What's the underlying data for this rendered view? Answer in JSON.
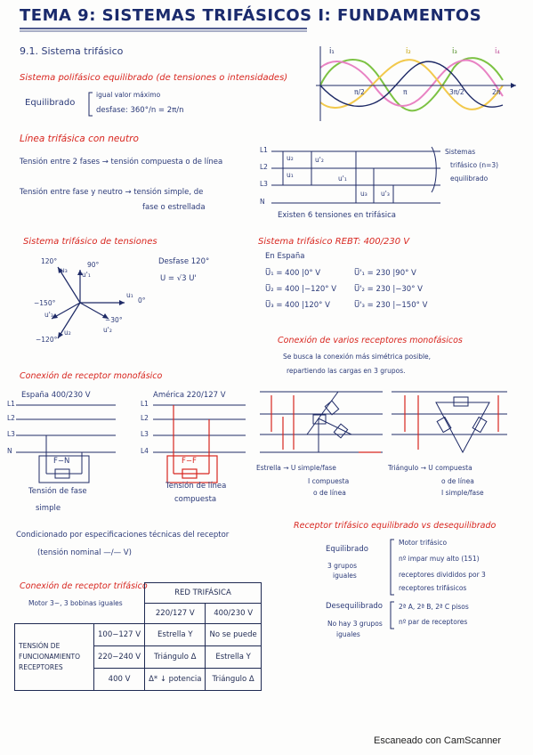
{
  "title": "TEMA 9: SISTEMAS TRIFÁSICOS I: FUNDAMENTOS",
  "section_1": "9.1. Sistema trifásico",
  "polyphase_heading": "Sistema polifásico equilibrado (de tensiones o intensidades)",
  "balanced": {
    "label": "Equilibrado",
    "line1": "igual valor máximo",
    "line2": "desfase: 360°/n = 2π/n"
  },
  "wave_labels": {
    "i1": "i₁",
    "i2": "i₂",
    "i3": "i₃",
    "i4": "i₄",
    "t1": "π/2",
    "t2": "π",
    "t3": "3π/2",
    "t4": "2π"
  },
  "line_neutral_heading": "Línea trifásica con neutro",
  "line_voltage_text": "Tensión entre 2 fases → tensión compuesta o de línea",
  "phase_voltage_text_1": "Tensión entre fase y neutro → tensión simple, de",
  "phase_voltage_text_2": "fase o estrellada",
  "lines_labels": [
    "L1",
    "L2",
    "L3",
    "N"
  ],
  "line_diag_voltages": {
    "u1": "u₁",
    "u2": "u₂",
    "u1p": "u'₁",
    "u2p": "u'₂",
    "u3": "u₃",
    "u3p": "u'₃"
  },
  "systems_note": [
    "Sistemas",
    "trifásico (n=3)",
    "equilibrado"
  ],
  "six_voltages": "Existen 6 tensiones en trifásica",
  "phasor_heading": "Sistema trifásico de tensiones",
  "phasor_labels": {
    "a120": "120°",
    "a90": "90°",
    "a0": "0°",
    "am150": "−150°",
    "am30": "−30°",
    "am120": "−120°",
    "u1": "u₁",
    "u1p": "u'₁",
    "u2": "u₂",
    "u2p": "u'₂",
    "u3": "u₃",
    "u3p": "u'₃"
  },
  "phase_shift": "Desfase 120°",
  "sqrt_relation": "U = √3 U'",
  "rebt_heading": "Sistema trifásico REBT: 400/230 V",
  "spain": "En España",
  "rebt_rows": [
    "U̅₁ = 400 |0° V",
    "U̅₂ = 400 |−120° V",
    "U̅₃ = 400 |120° V",
    "U̅'₁ = 230 |90° V",
    "U̅'₂ = 230 |−30° V",
    "U̅'₃ = 230 |−150° V"
  ],
  "multi_heading": "Conexión de varios receptores monofásicos",
  "multi_text_1": "Se busca la conexión más simétrica posible,",
  "multi_text_2": "repartiendo las cargas en 3 grupos.",
  "star_caption": [
    "Estrella → U simple/fase",
    "I compuesta",
    "o de línea"
  ],
  "delta_caption": [
    "Triángulo → U compuesta",
    "o de línea",
    "I simple/fase"
  ],
  "mono_heading": "Conexión de receptor monofásico",
  "spain_net": "España 400/230 V",
  "america_net": "América 220/127 V",
  "mono_left_lines": [
    "L1",
    "L2",
    "L3",
    "N"
  ],
  "mono_right_lines": [
    "L1",
    "L2",
    "L3",
    "L4"
  ],
  "fn_box": "F−N",
  "ff_box": "F−F",
  "caption_phase": [
    "Tensión de fase",
    "simple"
  ],
  "caption_line": [
    "Tensión de línea",
    "compuesta"
  ],
  "conditioned_1": "Condicionado por especificaciones técnicas del receptor",
  "conditioned_2": "(tensión nominal —/— V)",
  "tri_heading": "Conexión de receptor trifásico",
  "motor": "Motor 3~, 3 bobinas iguales",
  "table": {
    "header": "RED TRIFÁSICA",
    "col1": "220/127 V",
    "col2": "400/230 V",
    "row_title": [
      "TENSIÓN DE",
      "FUNCIONAMIENTO",
      "RECEPTORES"
    ],
    "rows": [
      [
        "100−127 V",
        "Estrella Y",
        "No se puede"
      ],
      [
        "220−240 V",
        "Triángulo Δ",
        "Estrella Y"
      ],
      [
        "400 V",
        "Δ* ↓ potencia",
        "Triángulo Δ"
      ]
    ]
  },
  "balanced_heading": "Receptor trifásico equilibrado vs desequilibrado",
  "equilibrado": {
    "label": "Equilibrado",
    "sub": [
      "3 grupos",
      "iguales"
    ],
    "items": [
      "Motor trifásico",
      "nº impar muy alto (151)",
      "receptores divididos por 3",
      "receptores trifásicos"
    ]
  },
  "desequilibrado": {
    "label": "Desequilibrado",
    "sub": [
      "No hay 3 grupos",
      "iguales"
    ],
    "items": [
      "2ª A, 2ª B, 2ª C pisos",
      "nº par de receptores"
    ]
  },
  "footer": "Escaneado con CamScanner"
}
